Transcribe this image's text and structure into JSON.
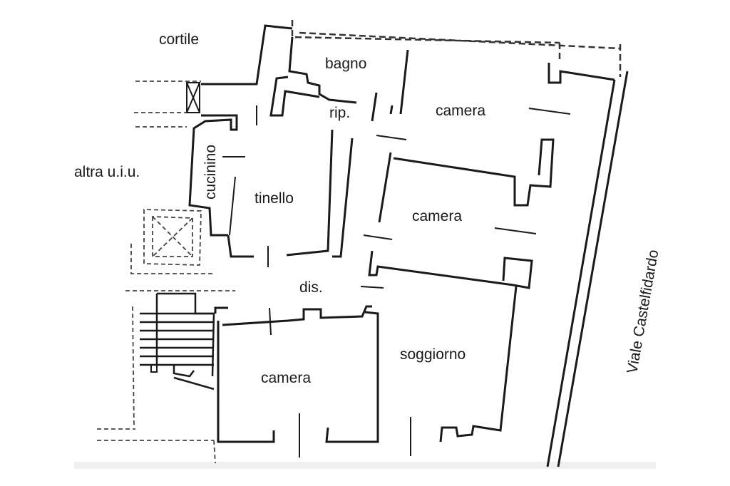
{
  "labels": {
    "cortile": "cortile",
    "altra_uiu": "altra u.i.u.",
    "bagno": "bagno",
    "rip": "rip.",
    "camera_top": "camera",
    "cucinino": "cucinino",
    "tinello": "tinello",
    "camera_middle": "camera",
    "dis": "dis.",
    "soggiorno": "soggiorno",
    "camera_bottom": "camera",
    "street": "Viale Castelfidardo"
  }
}
